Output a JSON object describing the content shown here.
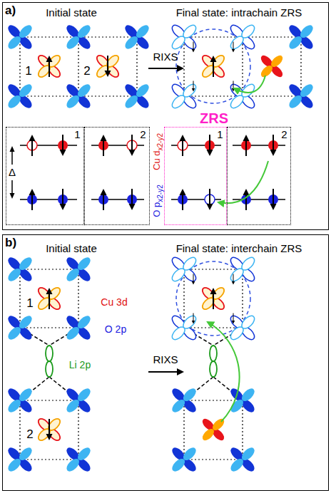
{
  "diagram": {
    "nodes": [
      {
        "text": [
          "a)"
        ]
      },
      {
        "text": [
          "1"
        ],
        "in": 0
      },
      {
        "text": [
          "2"
        ],
        "in": 0
      },
      {
        "text": [
          "1"
        ],
        "in": 0
      },
      {
        "text": [
          "2"
        ],
        "in": 0
      },
      {
        "text": [
          "b)"
        ]
      }
    ],
    "labels": [
      "Initial state",
      "Final state: intrachain ZRS",
      "1",
      "2",
      "RIXS",
      "ZRS",
      "Δ",
      "Cu d",
      "x2-y2",
      "O p",
      "x2-y2",
      "Initial state",
      "Final state: interchain ZRS",
      "1",
      "Cu 3d",
      "O 2p",
      "Li 2p",
      "2",
      "RIXS"
    ]
  }
}
